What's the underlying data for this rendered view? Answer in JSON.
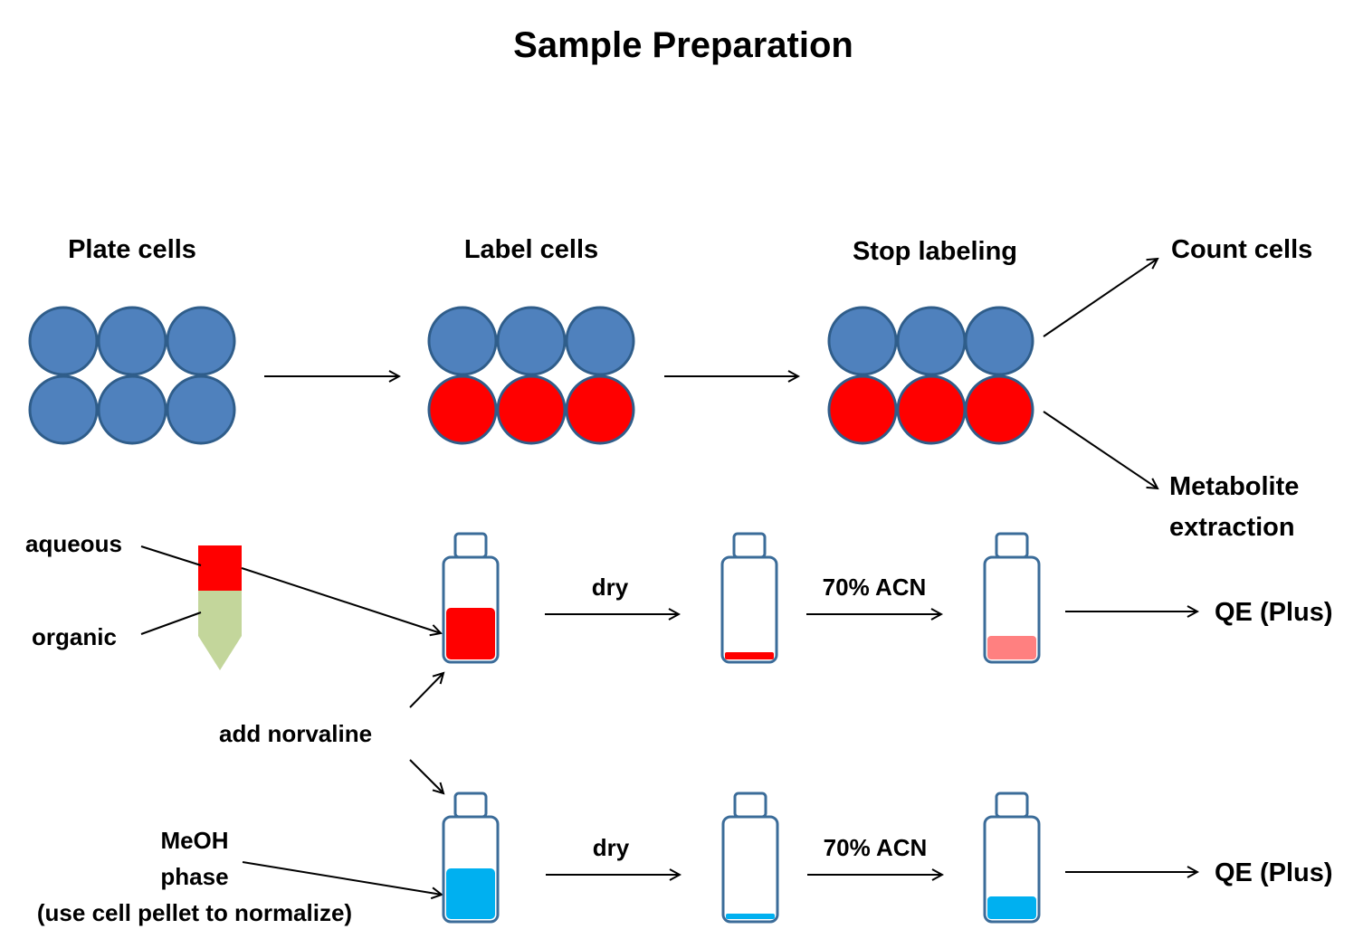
{
  "title": "Sample Preparation",
  "steps": {
    "plate": "Plate cells",
    "label": "Label cells",
    "stop": "Stop labeling",
    "count": "Count cells",
    "metabolite_line1": "Metabolite",
    "metabolite_line2": "extraction"
  },
  "phases": {
    "aqueous": "aqueous",
    "organic": "organic",
    "norvaline": "add norvaline",
    "meoh_line1": "MeOH",
    "meoh_line2": "phase",
    "meoh_line3": "(use cell pellet to normalize)"
  },
  "process": {
    "dry_top": "dry",
    "acn_top": "70% ACN",
    "qe_top": "QE (Plus)",
    "dry_bottom": "dry",
    "acn_bottom": "70% ACN",
    "qe_bottom": "QE (Plus)"
  },
  "colors": {
    "blue_cell": "#4f81bd",
    "red_cell": "#ff0000",
    "aqueous": "#ff0000",
    "organic": "#c3d69b",
    "diluted_red": "#ff8080",
    "meoh": "#00b0f0"
  }
}
